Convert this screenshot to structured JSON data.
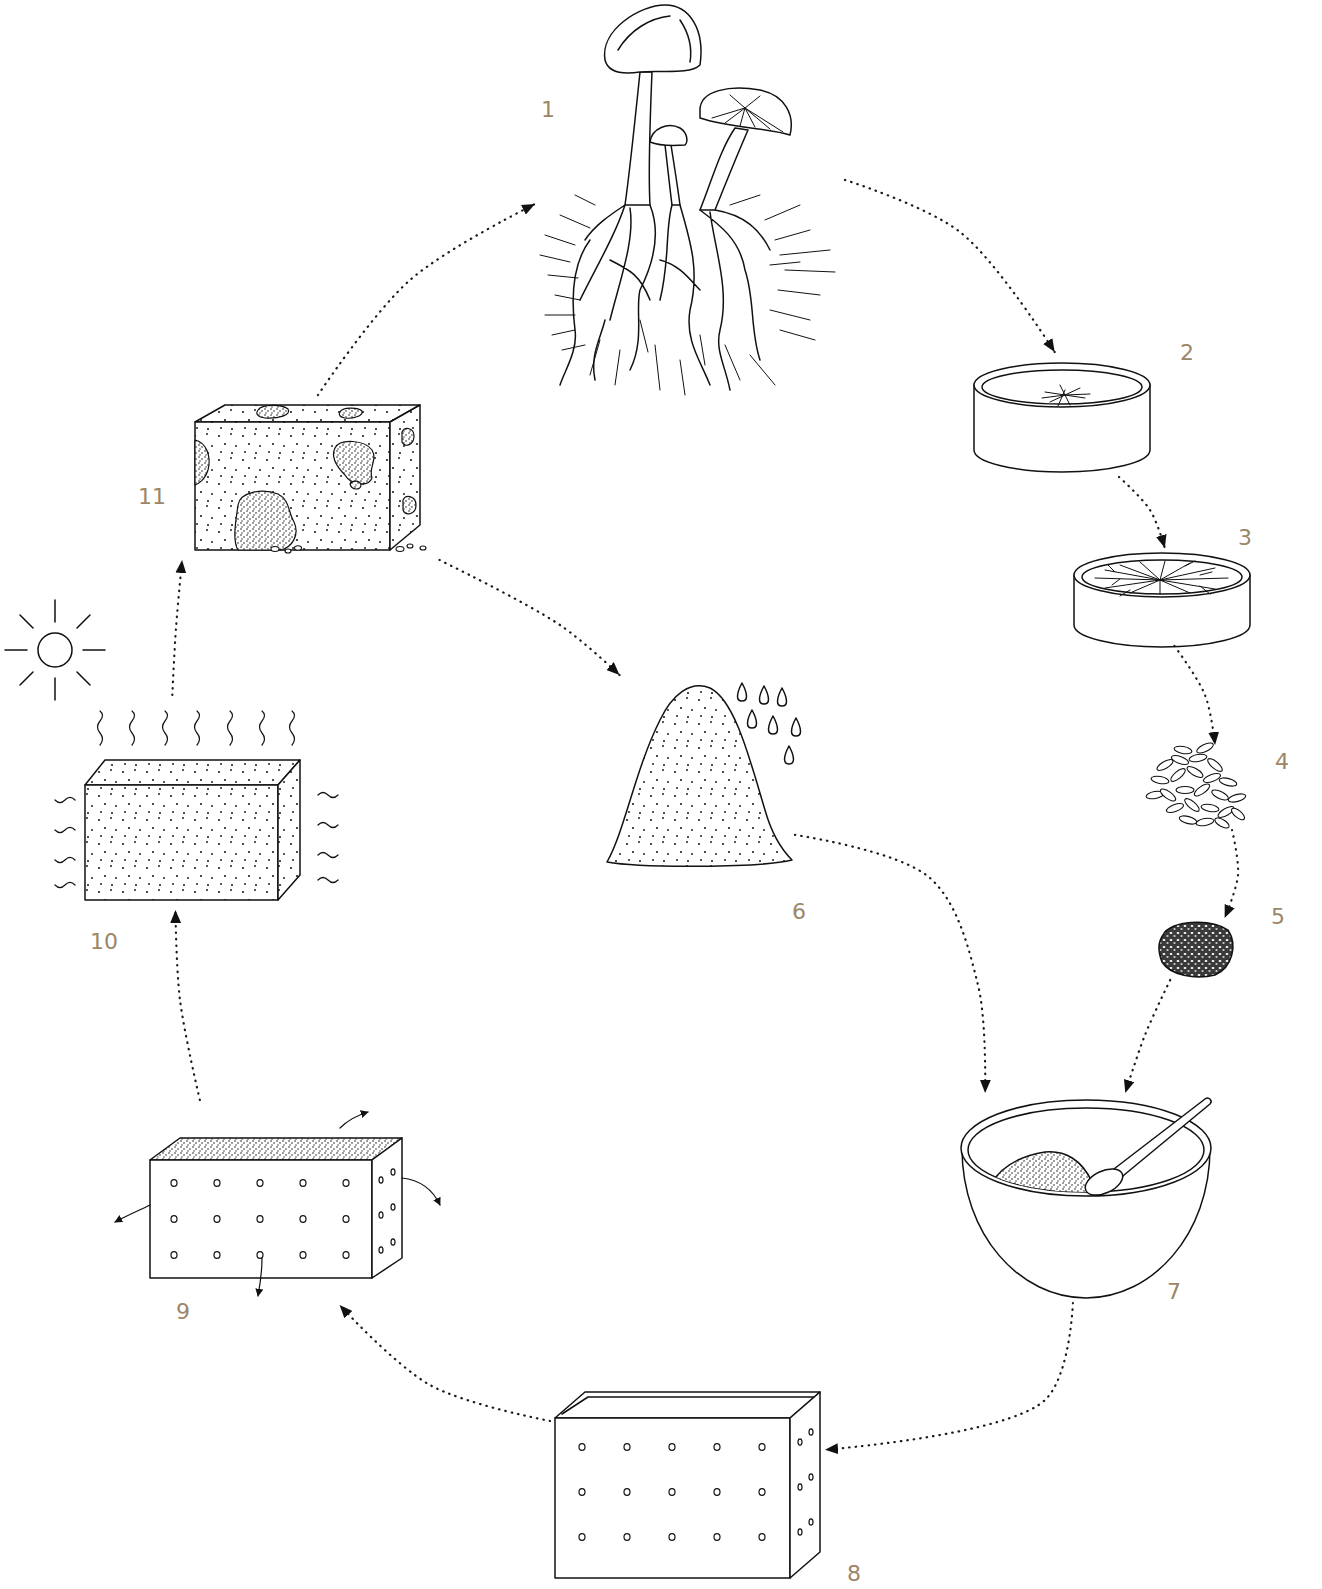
{
  "diagram": {
    "nodes": [
      {
        "text": [
          "1"
        ]
      },
      {
        "text": [
          "2"
        ]
      },
      {
        "text": [
          "3"
        ]
      },
      {
        "text": [
          "4"
        ]
      },
      {
        "text": [
          "5"
        ]
      },
      {
        "text": [
          "6"
        ]
      },
      {
        "text": [
          "7"
        ]
      },
      {
        "text": [
          "8"
        ]
      },
      {
        "text": [
          "9"
        ]
      },
      {
        "text": [
          "10"
        ]
      },
      {
        "text": [
          "11"
        ]
      }
    ],
    "edges": [
      {
        "from": 0,
        "to": 1,
        "arrow": "to"
      },
      {
        "from": 1,
        "to": 2,
        "arrow": "to"
      },
      {
        "from": 2,
        "to": 3,
        "arrow": "to"
      },
      {
        "from": 3,
        "to": 4,
        "arrow": "to"
      },
      {
        "from": 4,
        "to": 6,
        "arrow": "to"
      },
      {
        "from": 5,
        "to": 6,
        "arrow": "to"
      },
      {
        "from": 6,
        "to": 7,
        "arrow": "to"
      },
      {
        "from": 7,
        "to": 8,
        "arrow": "to"
      },
      {
        "from": 8,
        "to": 9,
        "arrow": "to"
      },
      {
        "from": 9,
        "to": 10,
        "arrow": "to"
      },
      {
        "from": 10,
        "to": 0,
        "arrow": "to"
      },
      {
        "from": 10,
        "to": 5,
        "arrow": "to"
      }
    ]
  }
}
